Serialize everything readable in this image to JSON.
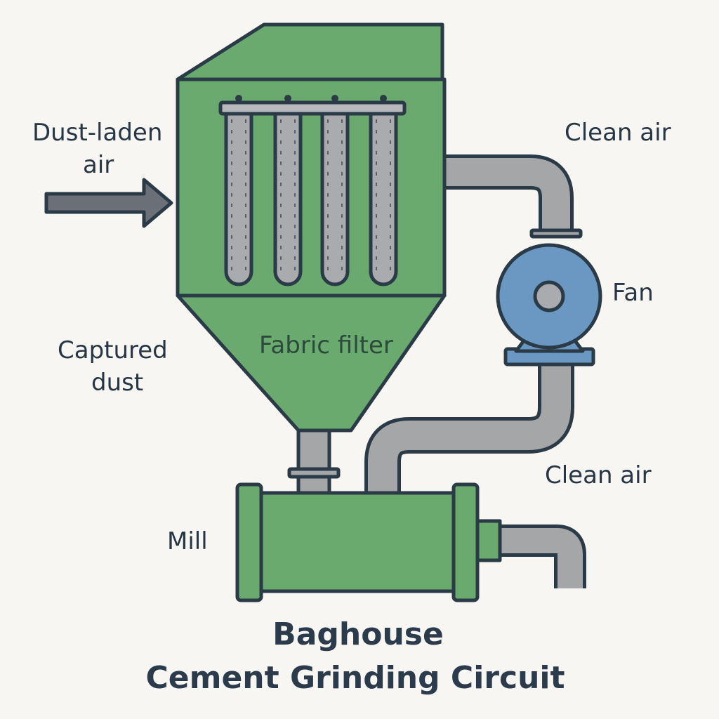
{
  "labels": {
    "inlet_line1": "Dust-laden",
    "inlet_line2": "air",
    "clean_air_top": "Clean air",
    "fan": "Fan",
    "captured_line1": "Captured",
    "captured_line2": "dust",
    "fabric_filter": "Fabric filter",
    "clean_air_bottom": "Clean air",
    "mill": "Mill"
  },
  "title": {
    "line1": "Baghouse",
    "line2": "Cement Grinding Circuit"
  },
  "colors": {
    "background": "#f7f6f2",
    "housing_green": "#6aaa6e",
    "outline": "#2a3a46",
    "pipe_gray": "#a4a6a8",
    "bag_gray": "#a9abae",
    "fan_blue": "#6b98c3",
    "arrow_gray": "#6b7078"
  },
  "icons": {
    "inlet_arrow": "arrow-right-icon",
    "fan": "fan-icon"
  }
}
